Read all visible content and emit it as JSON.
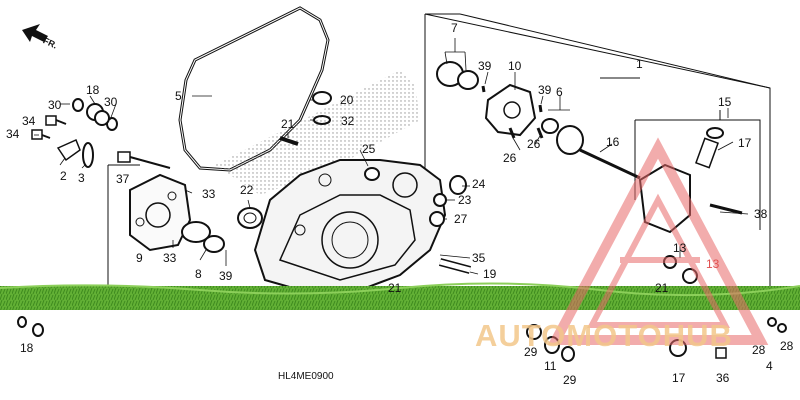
{
  "diagram": {
    "code": "HL4ME0900",
    "direction_label": "FR.",
    "watermark_text": "AUTOMOTOHUB",
    "colors": {
      "line": "#111111",
      "grass": "#5aa82e",
      "watermark": "#e86a6a",
      "watermark_text": "#f3c78a"
    },
    "part_labels": [
      {
        "id": "1",
        "text": "1"
      },
      {
        "id": "2",
        "text": "2"
      },
      {
        "id": "3",
        "text": "3"
      },
      {
        "id": "4",
        "text": "4"
      },
      {
        "id": "5",
        "text": "5"
      },
      {
        "id": "6",
        "text": "6"
      },
      {
        "id": "7",
        "text": "7"
      },
      {
        "id": "8",
        "text": "8"
      },
      {
        "id": "9",
        "text": "9"
      },
      {
        "id": "10",
        "text": "10"
      },
      {
        "id": "11",
        "text": "11"
      },
      {
        "id": "13a",
        "text": "13"
      },
      {
        "id": "13b",
        "text": "13"
      },
      {
        "id": "15",
        "text": "15"
      },
      {
        "id": "16",
        "text": "16"
      },
      {
        "id": "17a",
        "text": "17"
      },
      {
        "id": "17b",
        "text": "17"
      },
      {
        "id": "18a",
        "text": "18"
      },
      {
        "id": "18b",
        "text": "18"
      },
      {
        "id": "19",
        "text": "19"
      },
      {
        "id": "20",
        "text": "20"
      },
      {
        "id": "21a",
        "text": "21"
      },
      {
        "id": "21b",
        "text": "21"
      },
      {
        "id": "21c",
        "text": "21"
      },
      {
        "id": "22",
        "text": "22"
      },
      {
        "id": "23",
        "text": "23"
      },
      {
        "id": "24",
        "text": "24"
      },
      {
        "id": "25",
        "text": "25"
      },
      {
        "id": "26a",
        "text": "26"
      },
      {
        "id": "26b",
        "text": "26"
      },
      {
        "id": "27",
        "text": "27"
      },
      {
        "id": "28a",
        "text": "28"
      },
      {
        "id": "28b",
        "text": "28"
      },
      {
        "id": "29a",
        "text": "29"
      },
      {
        "id": "29b",
        "text": "29"
      },
      {
        "id": "30a",
        "text": "30"
      },
      {
        "id": "30b",
        "text": "30"
      },
      {
        "id": "32",
        "text": "32"
      },
      {
        "id": "33a",
        "text": "33"
      },
      {
        "id": "33b",
        "text": "33"
      },
      {
        "id": "34a",
        "text": "34"
      },
      {
        "id": "34b",
        "text": "34"
      },
      {
        "id": "35",
        "text": "35"
      },
      {
        "id": "36",
        "text": "36"
      },
      {
        "id": "37",
        "text": "37"
      },
      {
        "id": "38",
        "text": "38"
      },
      {
        "id": "39a",
        "text": "39"
      },
      {
        "id": "39b",
        "text": "39"
      },
      {
        "id": "39c",
        "text": "39"
      }
    ]
  }
}
